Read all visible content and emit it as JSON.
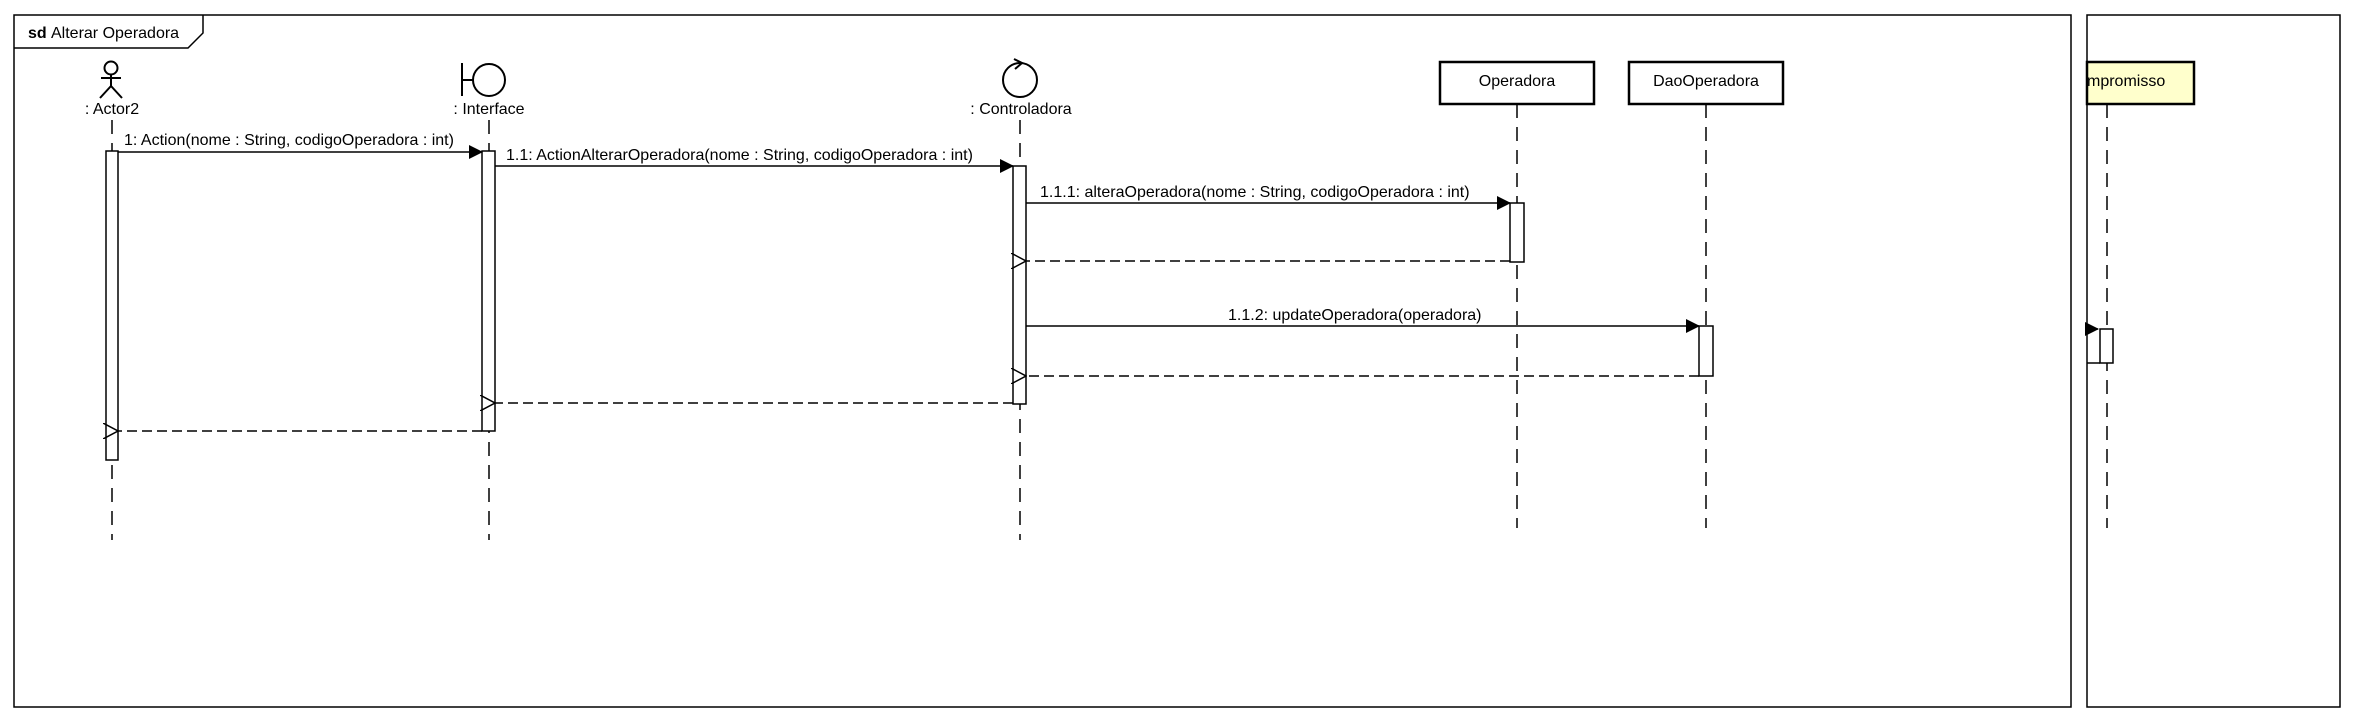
{
  "frame": {
    "keyword": "sd",
    "title": "Alterar Operadora"
  },
  "lifelines": {
    "actor": ": Actor2",
    "interface": ": Interface",
    "controladora": ": Controladora",
    "operadora": "Operadora",
    "dao_operadora": "DaoOperadora",
    "compromisso": "mpromisso"
  },
  "messages": {
    "m1": "1: Action(nome : String, codigoOperadora : int)",
    "m1_1": "1.1: ActionAlterarOperadora(nome : String, codigoOperadora : int)",
    "m1_1_1": "1.1.1: alteraOperadora(nome : String, codigoOperadora : int)",
    "m1_1_2": "1.1.2: updateOperadora(operadora)"
  },
  "colors": {
    "line": "#000000",
    "compromisso_fill": "#ffffcc",
    "background": "#ffffff"
  }
}
